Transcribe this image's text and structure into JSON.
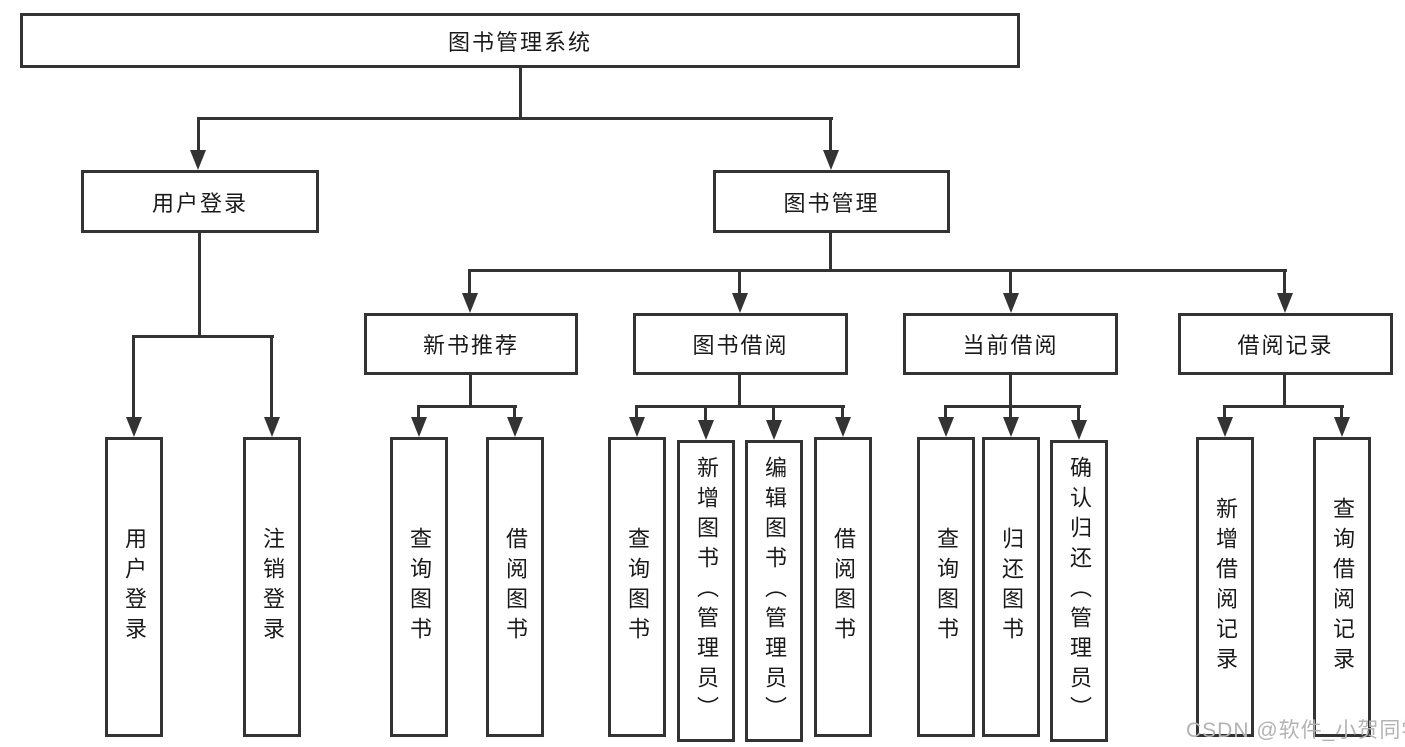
{
  "tree": {
    "root": {
      "label": "图书管理系统"
    },
    "branches": [
      {
        "label": "用户登录",
        "children": [
          {
            "label": "用户登录"
          },
          {
            "label": "注销登录"
          }
        ]
      },
      {
        "label": "图书管理",
        "children": [
          {
            "label": "新书推荐",
            "children": [
              {
                "label": "查询图书"
              },
              {
                "label": "借阅图书"
              }
            ]
          },
          {
            "label": "图书借阅",
            "children": [
              {
                "label": "查询图书"
              },
              {
                "label": "新增图书（管理员）"
              },
              {
                "label": "编辑图书（管理员）"
              },
              {
                "label": "借阅图书"
              }
            ]
          },
          {
            "label": "当前借阅",
            "children": [
              {
                "label": "查询图书"
              },
              {
                "label": "归还图书"
              },
              {
                "label": "确认归还（管理员）"
              }
            ]
          },
          {
            "label": "借阅记录",
            "children": [
              {
                "label": "新增借阅记录"
              },
              {
                "label": "查询借阅记录"
              }
            ]
          }
        ]
      }
    ]
  },
  "watermark": {
    "text": "CSDN @软件_小贺同学"
  },
  "colors": {
    "line": "#333333",
    "text": "#1a1a1a",
    "bg": "#ffffff",
    "watermark": "#b3b3b3"
  }
}
